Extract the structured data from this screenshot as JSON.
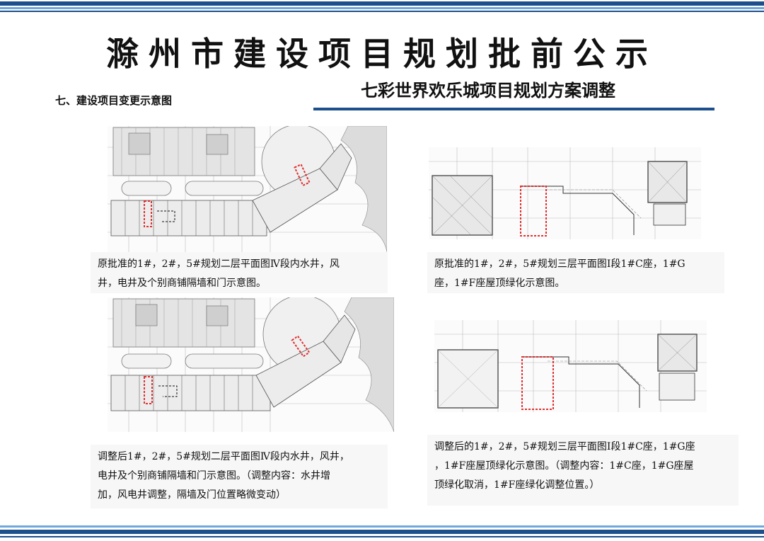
{
  "header": {
    "title": "滁州市建设项目规划批前公示",
    "subtitle": "七彩世界欢乐城项目规划方案调整"
  },
  "section": {
    "title": "七、建设项目变更示意图"
  },
  "panels": {
    "top_left": {
      "caption_line1": "原批准的1#，2#，5#规划二层平面图Ⅳ段内水井，风",
      "caption_line2": "井，电井及个别商铺隔墙和门示意图。"
    },
    "top_right": {
      "caption_line1": "原批准的1#，2#，5#规划三层平面图Ⅰ段1#C座，1#G",
      "caption_line2": "座，1#F座屋顶绿化示意图。"
    },
    "bottom_left": {
      "caption_line1": "调整后1#，2#，5#规划二层平面图Ⅳ段内水井，风井，",
      "caption_line2": "电井及个别商铺隔墙和门示意图。（调整内容：水井增",
      "caption_line3": "加，风电井调整，隔墙及门位置略微变动）"
    },
    "bottom_right": {
      "caption_line1": "调整后的1#，2#，5#规划三层平面图Ⅰ段1#C座，1#G座",
      "caption_line2": "，1#F座屋顶绿化示意图。（调整内容：1#C座，1#G座屋",
      "caption_line3": "顶绿化取消，1#F座绿化调整位置。）"
    }
  },
  "colors": {
    "accent": "#1c4f8c",
    "highlight": "#e03030"
  }
}
